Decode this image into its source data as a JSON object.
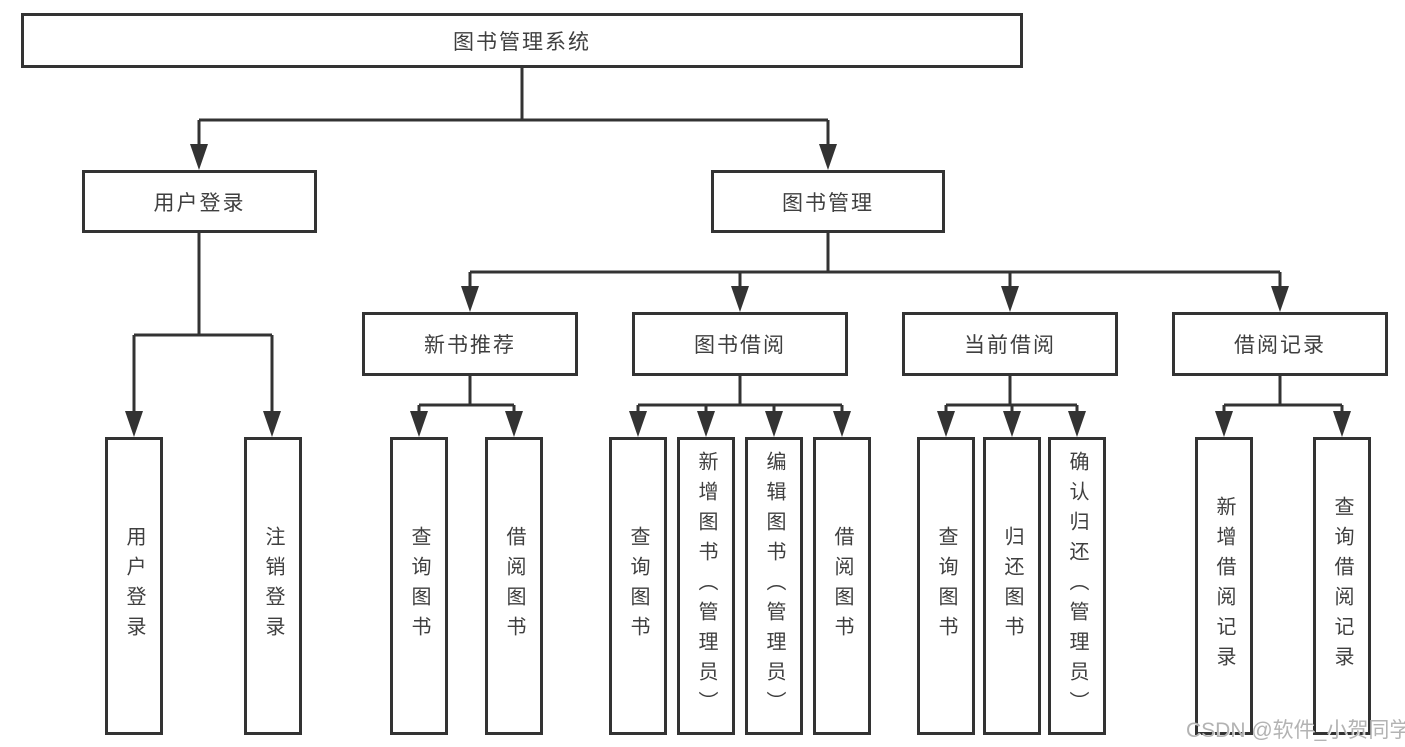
{
  "diagram_title": "图书管理系统",
  "nodes": {
    "root": {
      "label": "图书管理系统"
    },
    "level2": [
      {
        "id": "user-login",
        "label": "用户登录",
        "parent": "图书管理系统"
      },
      {
        "id": "book-management",
        "label": "图书管理",
        "parent": "图书管理系统"
      }
    ],
    "level3": [
      {
        "id": "new-book-recommend",
        "label": "新书推荐",
        "parent": "图书管理"
      },
      {
        "id": "book-borrowing",
        "label": "图书借阅",
        "parent": "图书管理"
      },
      {
        "id": "current-borrowing",
        "label": "当前借阅",
        "parent": "图书管理"
      },
      {
        "id": "borrowing-records",
        "label": "借阅记录",
        "parent": "图书管理"
      }
    ],
    "leaves": [
      {
        "label": "用户登录",
        "parent": "用户登录"
      },
      {
        "label": "注销登录",
        "parent": "用户登录"
      },
      {
        "label": "查询图书",
        "parent": "新书推荐"
      },
      {
        "label": "借阅图书",
        "parent": "新书推荐"
      },
      {
        "label": "查询图书",
        "parent": "图书借阅"
      },
      {
        "label": "新增图书（管理员）",
        "parent": "图书借阅"
      },
      {
        "label": "编辑图书（管理员）",
        "parent": "图书借阅"
      },
      {
        "label": "借阅图书",
        "parent": "图书借阅"
      },
      {
        "label": "查询图书",
        "parent": "当前借阅"
      },
      {
        "label": "归还图书",
        "parent": "当前借阅"
      },
      {
        "label": "确认归还（管理员）",
        "parent": "当前借阅"
      },
      {
        "label": "新增借阅记录",
        "parent": "借阅记录"
      },
      {
        "label": "查询借阅记录",
        "parent": "借阅记录"
      }
    ]
  },
  "watermark": "CSDN @软件_小贺同学",
  "colors": {
    "line": "#333333",
    "text": "#3f3f3f",
    "watermark": "#b3b3b3",
    "background": "#ffffff",
    "box_background": "#ffffff"
  }
}
